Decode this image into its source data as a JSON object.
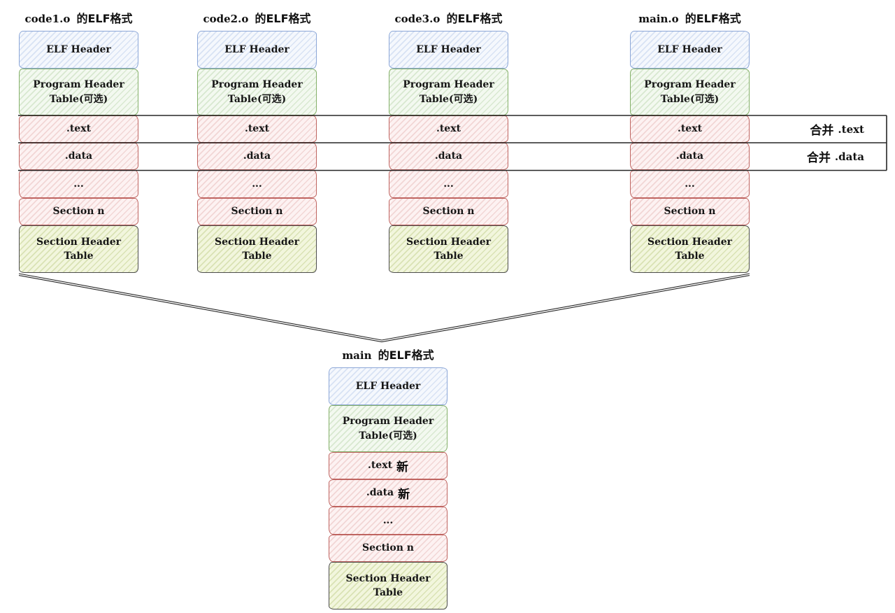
{
  "page": {
    "background": "#ffffff"
  },
  "diagram": {
    "object_columns": [
      {
        "title": {
          "name": "code1.o",
          "suffix": "的ELF格式"
        },
        "sections": [
          {
            "label": "ELF Header",
            "suffix": "",
            "type": "elf-header"
          },
          {
            "label": "Program Header Table(可选)",
            "suffix": "",
            "type": "program-header"
          },
          {
            "label": ".text",
            "suffix": "",
            "type": "section"
          },
          {
            "label": ".data",
            "suffix": "",
            "type": "section"
          },
          {
            "label": "...",
            "suffix": "",
            "type": "section"
          },
          {
            "label": "Section n",
            "suffix": "",
            "type": "section"
          },
          {
            "label": "Section Header Table",
            "suffix": "",
            "type": "section-header-table"
          }
        ]
      },
      {
        "title": {
          "name": "code2.o",
          "suffix": "的ELF格式"
        },
        "sections": [
          {
            "label": "ELF Header",
            "suffix": "",
            "type": "elf-header"
          },
          {
            "label": "Program Header Table(可选)",
            "suffix": "",
            "type": "program-header"
          },
          {
            "label": ".text",
            "suffix": "",
            "type": "section"
          },
          {
            "label": ".data",
            "suffix": "",
            "type": "section"
          },
          {
            "label": "...",
            "suffix": "",
            "type": "section"
          },
          {
            "label": "Section n",
            "suffix": "",
            "type": "section"
          },
          {
            "label": "Section Header Table",
            "suffix": "",
            "type": "section-header-table"
          }
        ]
      },
      {
        "title": {
          "name": "code3.o",
          "suffix": "的ELF格式"
        },
        "sections": [
          {
            "label": "ELF Header",
            "suffix": "",
            "type": "elf-header"
          },
          {
            "label": "Program Header Table(可选)",
            "suffix": "",
            "type": "program-header"
          },
          {
            "label": ".text",
            "suffix": "",
            "type": "section"
          },
          {
            "label": ".data",
            "suffix": "",
            "type": "section"
          },
          {
            "label": "...",
            "suffix": "",
            "type": "section"
          },
          {
            "label": "Section n",
            "suffix": "",
            "type": "section"
          },
          {
            "label": "Section Header Table",
            "suffix": "",
            "type": "section-header-table"
          }
        ]
      },
      {
        "title": {
          "name": "main.o",
          "suffix": "的ELF格式"
        },
        "sections": [
          {
            "label": "ELF Header",
            "suffix": "",
            "type": "elf-header"
          },
          {
            "label": "Program Header Table(可选)",
            "suffix": "",
            "type": "program-header"
          },
          {
            "label": ".text",
            "suffix": "",
            "type": "section"
          },
          {
            "label": ".data",
            "suffix": "",
            "type": "section"
          },
          {
            "label": "...",
            "suffix": "",
            "type": "section"
          },
          {
            "label": "Section n",
            "suffix": "",
            "type": "section"
          },
          {
            "label": "Section Header Table",
            "suffix": "",
            "type": "section-header-table"
          }
        ]
      }
    ],
    "merge_bands": [
      {
        "merge_label": "合并",
        "section_name": ".text"
      },
      {
        "merge_label": "合并",
        "section_name": ".data"
      }
    ],
    "result_column": {
      "title": {
        "name": "main",
        "suffix": "的ELF格式"
      },
      "sections": [
        {
          "label": "ELF Header",
          "suffix": "",
          "type": "elf-header"
        },
        {
          "label": "Program Header Table(可选)",
          "suffix": "",
          "type": "program-header"
        },
        {
          "label": ".text",
          "suffix": "新",
          "type": "section"
        },
        {
          "label": ".data",
          "suffix": "新",
          "type": "section"
        },
        {
          "label": "...",
          "suffix": "",
          "type": "section"
        },
        {
          "label": "Section n",
          "suffix": "",
          "type": "section"
        },
        {
          "label": "Section Header Table",
          "suffix": "",
          "type": "section-header-table"
        }
      ]
    },
    "colors": {
      "elf_header_border": "#8ba6d7",
      "elf_header_fill": "#f5f8fd",
      "program_header_border": "#84b069",
      "program_header_fill": "#f3f9f0",
      "section_border": "#bf6460",
      "section_fill": "#fdf2f2",
      "section_header_table_border": "#4d4d4d",
      "section_header_table_fill": "#f2f6dd",
      "connector_line": "#262626"
    }
  }
}
